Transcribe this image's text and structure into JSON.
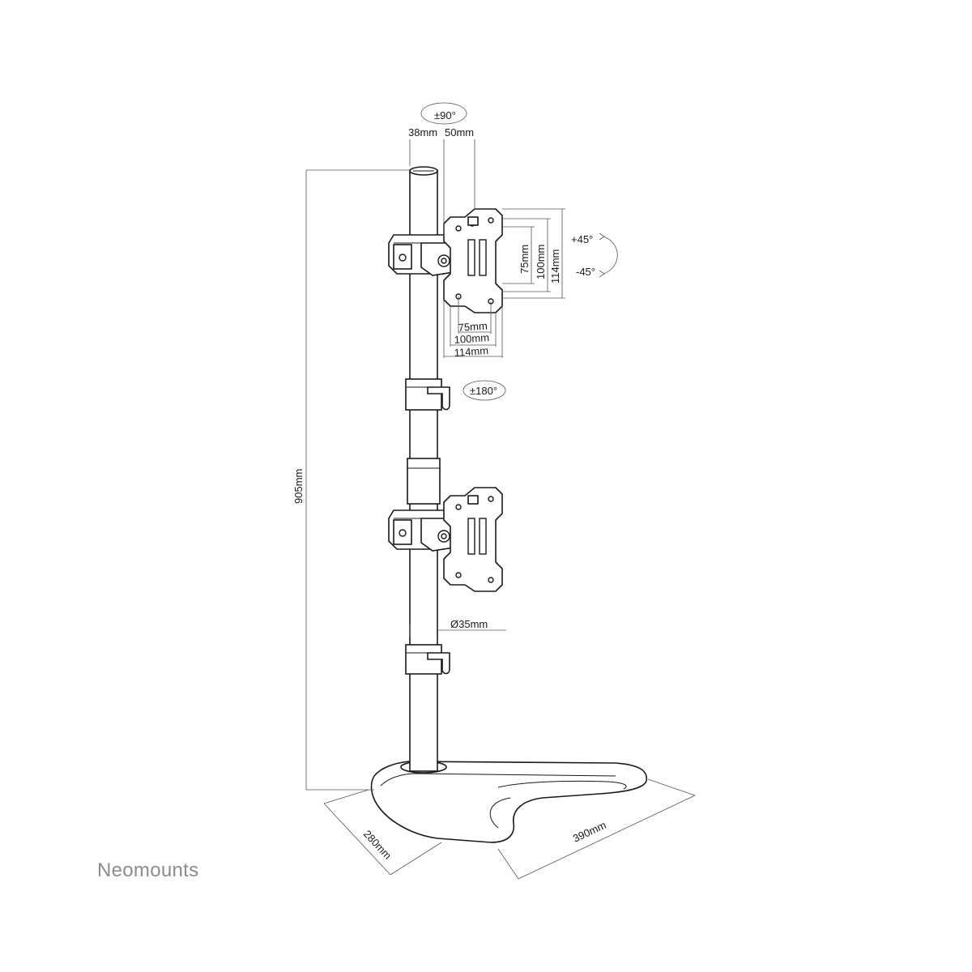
{
  "brand": {
    "name": "Neomounts"
  },
  "dimensions": {
    "swivel_top": "±90°",
    "clamp_width": "38mm",
    "arm_offset": "50mm",
    "vesa_h_75": "75mm",
    "vesa_h_100": "100mm",
    "vesa_h_114": "114mm",
    "vesa_w_75": "75mm",
    "vesa_w_100": "100mm",
    "vesa_w_114": "114mm",
    "tilt_up": "+45°",
    "tilt_down": "-45°",
    "rotation": "±180°",
    "height": "905mm",
    "pole_diameter": "Ø35mm",
    "base_depth": "280mm",
    "base_width": "390mm"
  }
}
